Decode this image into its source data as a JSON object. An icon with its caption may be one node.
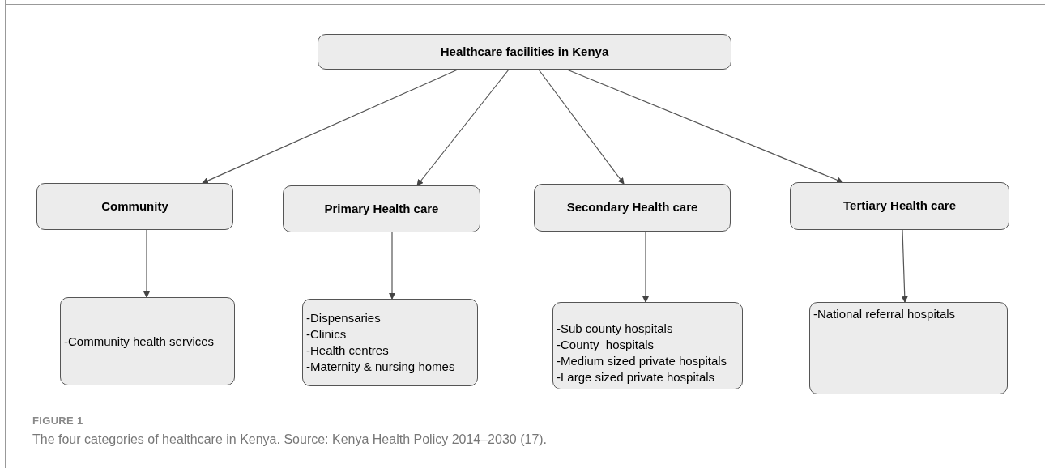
{
  "diagram": {
    "caption": "The four categories of healthcare in Kenya. Source: Kenya Health Policy 2014–2030 (17).",
    "nodes": [
      {
        "text": [
          "Healthcare facilities in Kenya"
        ]
      },
      {
        "text": [
          "Community"
        ]
      },
      {
        "text": [
          "Primary Health care"
        ]
      },
      {
        "text": [
          "Secondary Health care"
        ]
      },
      {
        "text": [
          "Tertiary Health care"
        ]
      },
      {
        "text": [
          "-Community health services"
        ]
      },
      {
        "text": [
          "-Dispensaries",
          "-Clinics",
          "-Health centres",
          "-Maternity & nursing homes"
        ]
      },
      {
        "text": [
          "-Sub county hospitals",
          "-County  hospitals",
          "-Medium sized private hospitals",
          "-Large sized private hospitals"
        ]
      },
      {
        "text": [
          "-National referral hospitals"
        ]
      }
    ],
    "edges": [
      {
        "from": 0,
        "to": 1,
        "arrow": "to"
      },
      {
        "from": 0,
        "to": 2,
        "arrow": "to"
      },
      {
        "from": 0,
        "to": 3,
        "arrow": "to"
      },
      {
        "from": 0,
        "to": 4,
        "arrow": "to"
      },
      {
        "from": 1,
        "to": 5,
        "arrow": "to"
      },
      {
        "from": 2,
        "to": 6,
        "arrow": "to"
      },
      {
        "from": 3,
        "to": 7,
        "arrow": "to"
      },
      {
        "from": 4,
        "to": 8,
        "arrow": "to"
      }
    ],
    "labels": [
      "FIGURE 1"
    ]
  }
}
